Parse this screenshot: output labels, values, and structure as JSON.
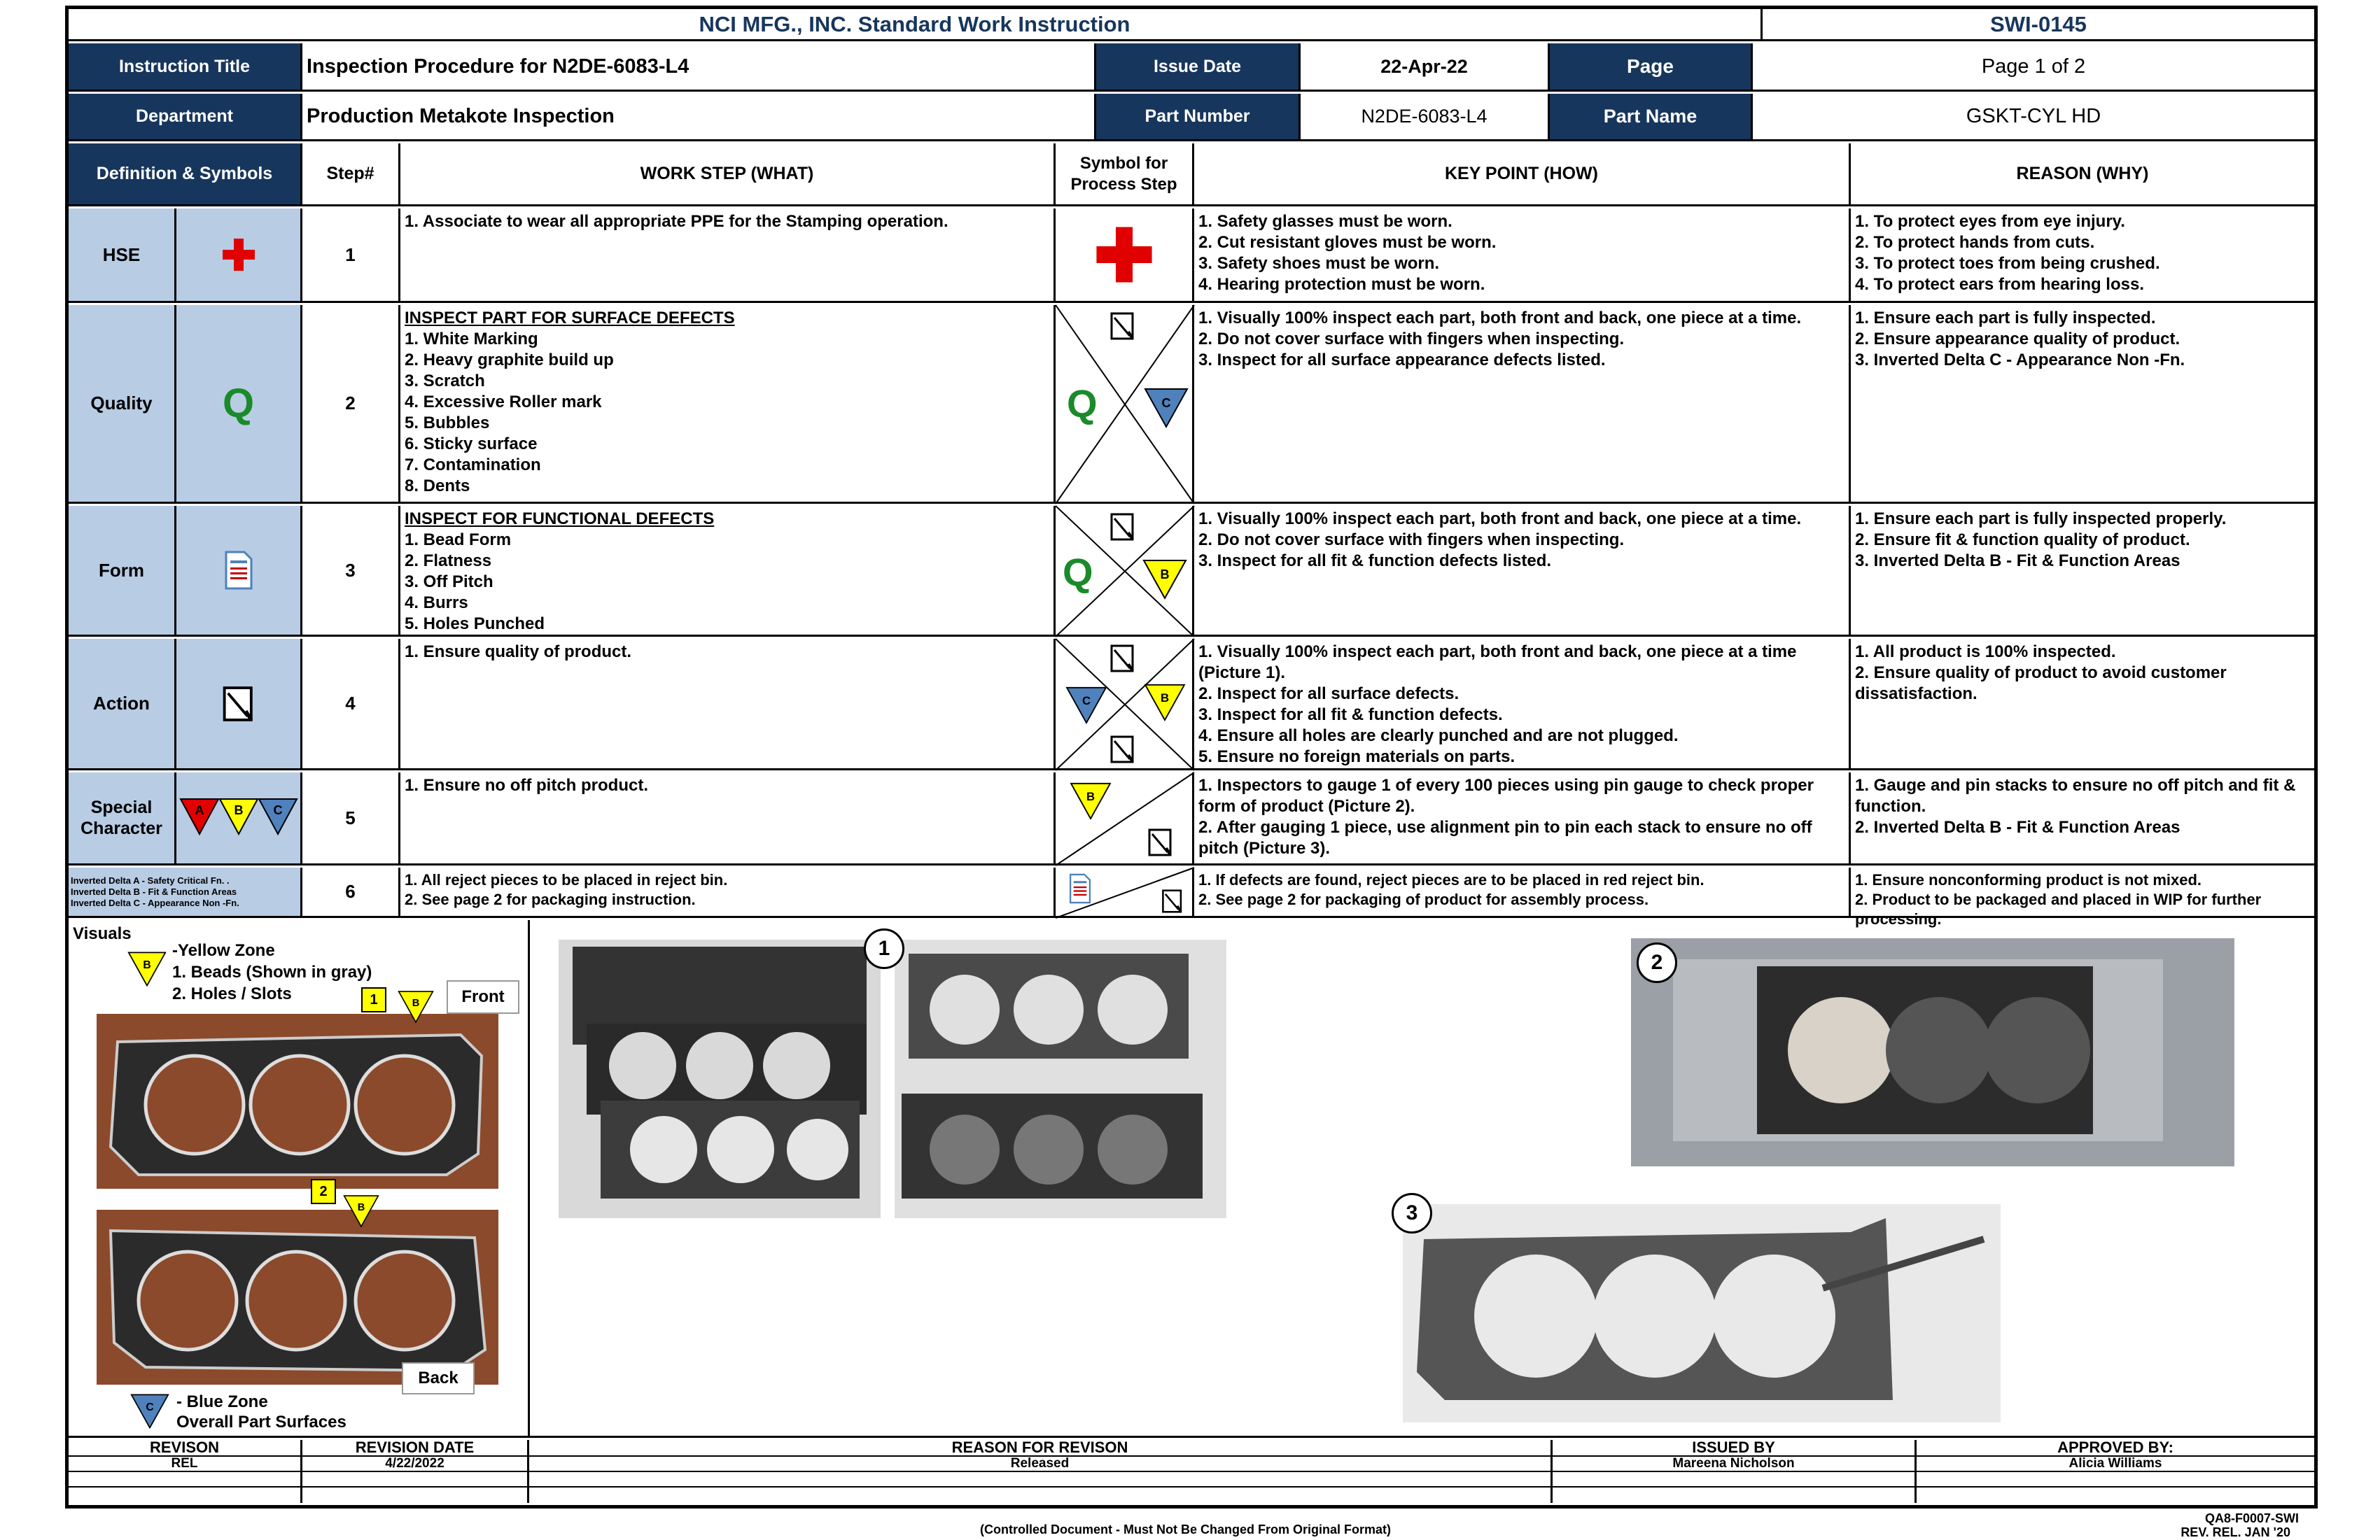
{
  "header": {
    "company_title": "NCI MFG., INC. Standard Work Instruction",
    "doc_number": "SWI-0145"
  },
  "info": {
    "instruction_title_label": "Instruction Title",
    "instruction_title": "Inspection Procedure for N2DE-6083-L4",
    "issue_date_label": "Issue Date",
    "issue_date": "22-Apr-22",
    "page_label": "Page",
    "page_value": "Page 1 of 2",
    "department_label": "Department",
    "department": "Production Metakote Inspection",
    "part_number_label": "Part Number",
    "part_number": "N2DE-6083-L4",
    "part_name_label": "Part Name",
    "part_name": "GSKT-CYL HD"
  },
  "columns": {
    "definition": "Definition & Symbols",
    "step": "Step#",
    "work_step": "WORK STEP (WHAT)",
    "symbol": "Symbol for Process Step",
    "key_point": "KEY POINT (HOW)",
    "reason": "REASON (WHY)"
  },
  "steps": [
    {
      "category": "HSE",
      "step": "1",
      "what": "1. Associate to wear all appropriate PPE for the Stamping operation.",
      "how": "1. Safety glasses must be worn.\n2. Cut resistant gloves must be worn.\n3. Safety shoes must be worn.\n4. Hearing protection must be worn.",
      "why": "1. To protect eyes from eye injury.\n2. To protect hands from cuts.\n3. To protect toes from being crushed.\n4. To protect ears from hearing loss."
    },
    {
      "category": "Quality",
      "symbol_letter": "Q",
      "step": "2",
      "what_title": "INSPECT PART FOR SURFACE DEFECTS",
      "what": "1. White Marking\n2. Heavy graphite build up\n3. Scratch\n4. Excessive Roller mark\n5. Bubbles\n6. Sticky surface\n7. Contamination\n8. Dents",
      "how": "1. Visually 100% inspect each part, both front and back, one piece at a time.\n2. Do not cover surface with fingers when inspecting.\n3. Inspect for all surface appearance defects listed.",
      "why": "1. Ensure each part is fully inspected.\n2. Ensure appearance quality of product.\n3. Inverted Delta C  - Appearance Non -Fn."
    },
    {
      "category": "Form",
      "step": "3",
      "what_title": "INSPECT FOR FUNCTIONAL DEFECTS",
      "what": "1. Bead Form\n2. Flatness\n3. Off Pitch\n4. Burrs\n5. Holes Punched",
      "how": "1. Visually 100% inspect each part, both front and back, one piece at a time.\n2. Do not cover surface with fingers when inspecting.\n3. Inspect for all fit & function defects listed.",
      "why": "1. Ensure each part is fully inspected properly.\n2. Ensure fit & function quality of product.\n3. Inverted Delta B - Fit & Function Areas"
    },
    {
      "category": "Action",
      "step": "4",
      "what": "1. Ensure quality of product.",
      "how": "1. Visually 100% inspect each part, both front and back, one piece at a time (Picture 1).\n2. Inspect for all surface defects.\n3. Inspect for all fit & function defects.\n4. Ensure all holes are clearly punched and are not plugged.\n5. Ensure no foreign materials on parts.",
      "why": "1. All product is 100% inspected.\n2. Ensure quality of product to avoid customer dissatisfaction."
    },
    {
      "category": "Special Character",
      "step": "5",
      "what": "1. Ensure no off pitch product.",
      "how": "1. Inspectors to gauge 1 of every 100 pieces using pin gauge to check proper form of product (Picture 2).\n2. After gauging 1 piece, use alignment pin to pin each stack to ensure no off pitch (Picture 3).",
      "why": "1. Gauge and pin stacks to ensure no off pitch and fit & function.\n2. Inverted Delta B - Fit & Function Areas"
    },
    {
      "step": "6",
      "what": "1. All reject pieces to be placed in reject bin.\n2. See page 2 for packaging instruction.",
      "how": "1. If defects are found, reject pieces are to be placed in red reject bin.\n2. See page 2 for packaging of product for assembly process.",
      "why": "1. Ensure nonconforming product is not mixed.\n2. Product to be packaged and placed in WIP for further processing."
    }
  ],
  "delta_letters": {
    "a": "A",
    "b": "B",
    "c": "C"
  },
  "legend_deltas": [
    "Inverted Delta A - Safety Critical Fn. .",
    "Inverted Delta B - Fit & Function Areas",
    "Inverted Delta C  - Appearance Non -Fn."
  ],
  "visuals": {
    "label": "Visuals",
    "yellow_zone": "-Yellow Zone\n1. Beads (Shown in gray)\n2. Holes / Slots",
    "front": "Front",
    "back": "Back",
    "blue_zone": "- Blue Zone\nOverall Part Surfaces",
    "callout_1": "1",
    "callout_2": "2",
    "callout_3": "3"
  },
  "revision": {
    "headers": [
      "REVISON",
      "REVISION DATE",
      "REASON FOR REVISON",
      "ISSUED BY",
      "APPROVED BY:"
    ],
    "row": [
      "REL",
      "4/22/2022",
      "Released",
      "Mareena Nicholson",
      "Alicia Williams"
    ]
  },
  "footer": {
    "controlled": "(Controlled Document - Must Not Be Changed From Original Format)",
    "form_no": "QA8-F0007-SWI",
    "rev_rel": "REV. REL. JAN '20"
  },
  "colors": {
    "navy": "#17365d",
    "def_bg": "#b8cce4",
    "quality_green": "#1a8a2a",
    "yellow": "#ffff00",
    "blue": "#4f81bd",
    "red": "#e00000"
  }
}
